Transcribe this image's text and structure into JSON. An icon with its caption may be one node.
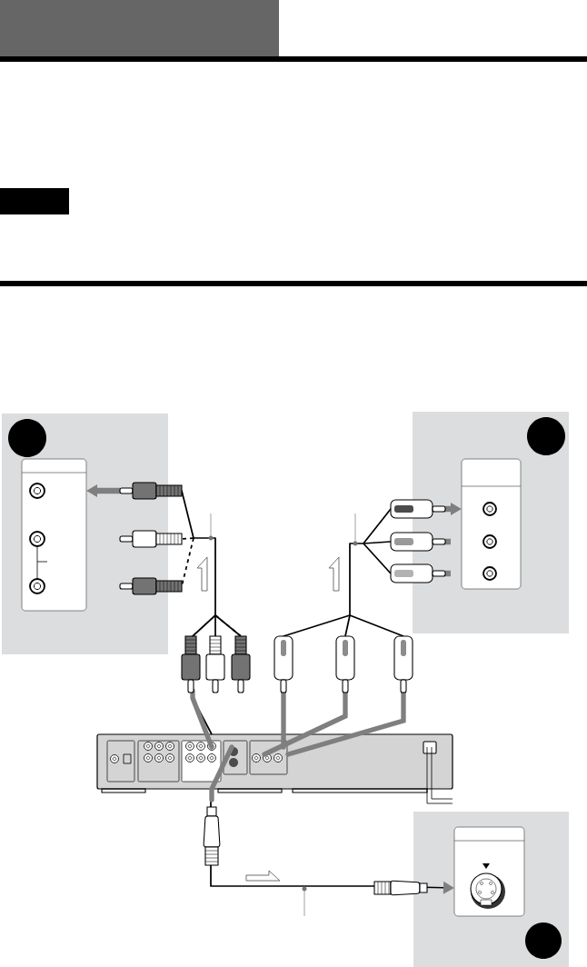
{
  "diagram": {
    "nodes": [
      {
        "text": [],
        "shape": "box"
      },
      {
        "text": [],
        "shape": "circle",
        "in": 0
      },
      {
        "text": [],
        "shape": "box",
        "in": 0
      },
      {
        "text": [],
        "shape": "box"
      },
      {
        "text": [],
        "shape": "circle",
        "in": 3
      },
      {
        "text": [],
        "shape": "box",
        "in": 3
      },
      {
        "text": [],
        "shape": "box"
      },
      {
        "text": [],
        "shape": "box"
      },
      {
        "text": [],
        "shape": "box",
        "in": 7
      },
      {
        "text": [],
        "shape": "circle",
        "in": 7
      }
    ],
    "edges": [
      {
        "from": 6,
        "to": 2,
        "arrow": "to"
      },
      {
        "from": 6,
        "to": 5,
        "arrow": "to"
      },
      {
        "from": 6,
        "to": 8,
        "arrow": "to"
      }
    ]
  }
}
